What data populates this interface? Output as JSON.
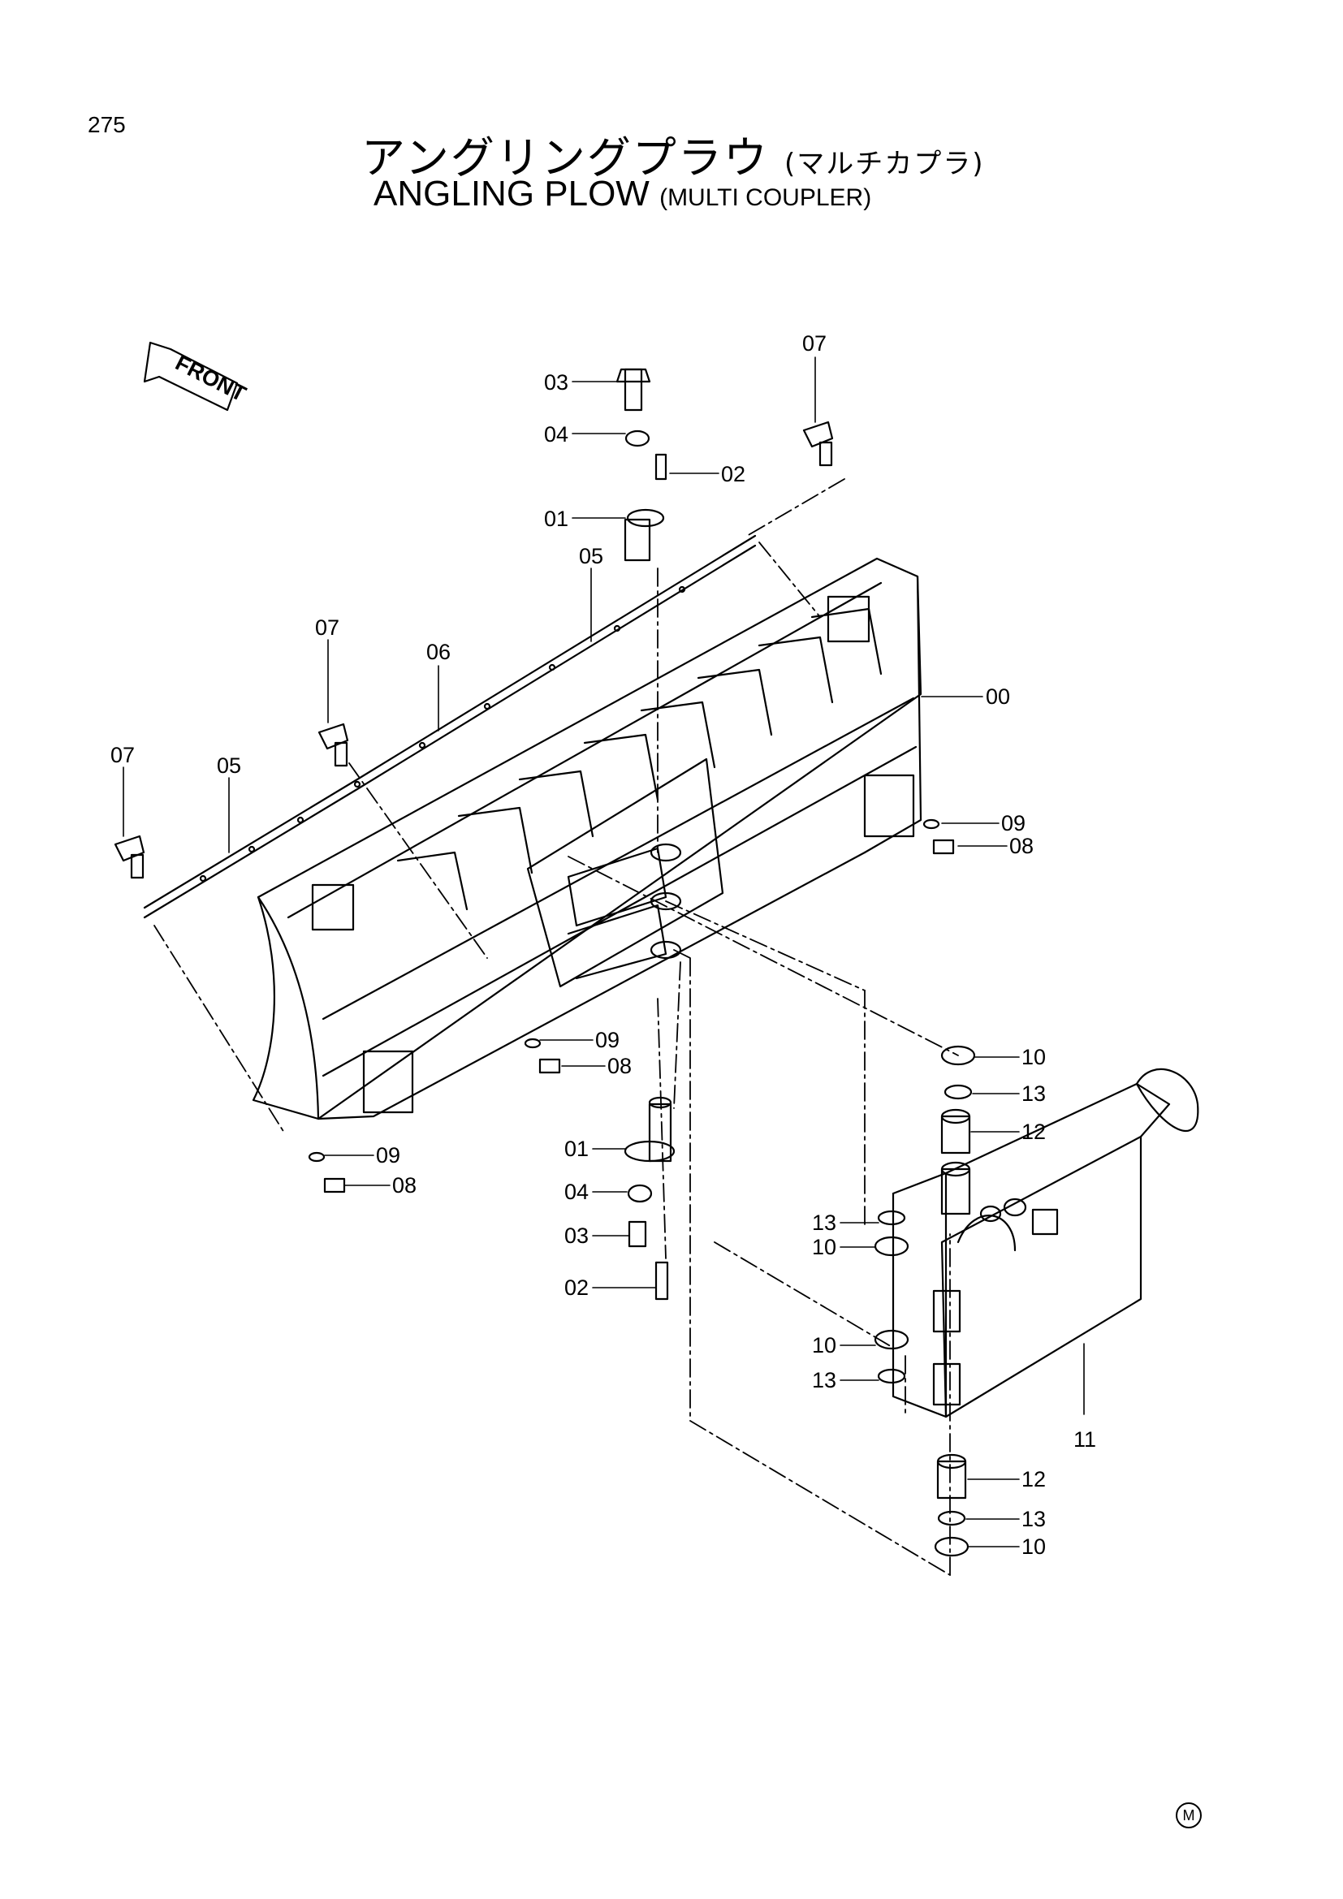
{
  "page_number": "275",
  "title_jp": "アングリングプラウ",
  "title_jp_sub": "(マルチカプラ)",
  "title_en": "ANGLING  PLOW",
  "title_en_sub": "(MULTI  COUPLER)",
  "front_label": "FRONT",
  "corner_mark": "M",
  "callouts": [
    {
      "text": "03"
    },
    {
      "text": "04"
    },
    {
      "text": "02"
    },
    {
      "text": "01"
    },
    {
      "text": "07"
    },
    {
      "text": "05"
    },
    {
      "text": "07"
    },
    {
      "text": "06"
    },
    {
      "text": "07"
    },
    {
      "text": "05"
    },
    {
      "text": "00"
    },
    {
      "text": "09"
    },
    {
      "text": "08"
    },
    {
      "text": "09"
    },
    {
      "text": "08"
    },
    {
      "text": "09"
    },
    {
      "text": "08"
    },
    {
      "text": "01"
    },
    {
      "text": "04"
    },
    {
      "text": "03"
    },
    {
      "text": "02"
    },
    {
      "text": "10"
    },
    {
      "text": "13"
    },
    {
      "text": "12"
    },
    {
      "text": "13"
    },
    {
      "text": "10"
    },
    {
      "text": "10"
    },
    {
      "text": "13"
    },
    {
      "text": "11"
    },
    {
      "text": "12"
    },
    {
      "text": "13"
    },
    {
      "text": "10"
    }
  ]
}
